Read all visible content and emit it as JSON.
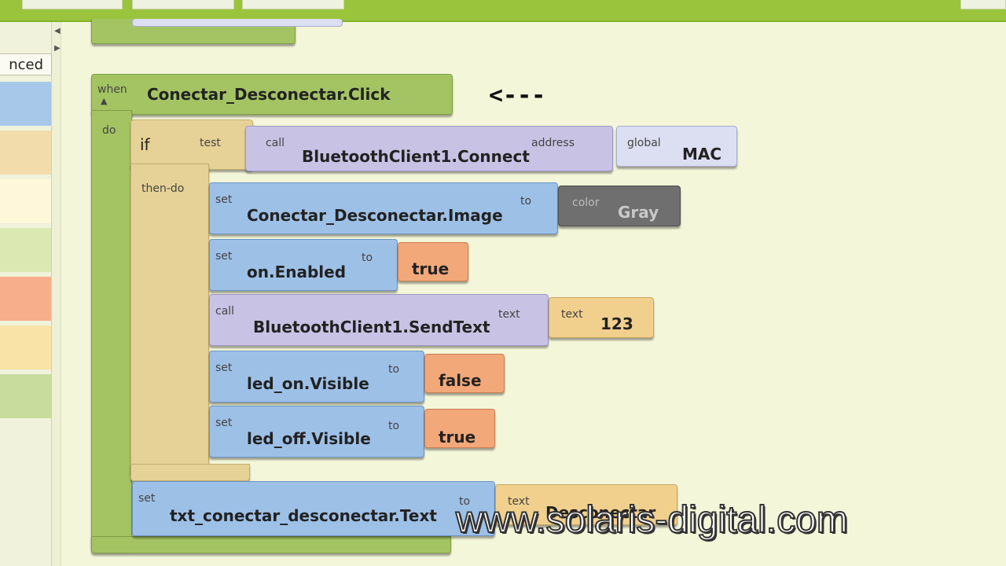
{
  "palette": {
    "advanced_label": "nced",
    "swatches": [
      "#a8c8ea",
      "#f2dcab",
      "#fef7d9",
      "#dce8b2",
      "#f7ae8a",
      "#f9e3a6",
      "#c8dd9d"
    ]
  },
  "arrow": "<---",
  "event": {
    "when_label": "when",
    "do_label": "do",
    "name": "Conectar_Desconectar.Click"
  },
  "if_block": {
    "if_label": "if",
    "test_label": "test",
    "then_label": "then-do"
  },
  "connect": {
    "call_label": "call",
    "method": "BluetoothClient1.Connect",
    "arg_label": "address",
    "arg_kind": "global",
    "arg_value": "MAC"
  },
  "set_image": {
    "set_label": "set",
    "target": "Conectar_Desconectar.Image",
    "to_label": "to",
    "value_kind": "color",
    "value": "Gray"
  },
  "set_on_enabled": {
    "set_label": "set",
    "target": "on.Enabled",
    "to_label": "to",
    "value": "true"
  },
  "send_text": {
    "call_label": "call",
    "method": "BluetoothClient1.SendText",
    "arg_label": "text",
    "value_kind": "text",
    "value": "123"
  },
  "set_led_on": {
    "set_label": "set",
    "target": "led_on.Visible",
    "to_label": "to",
    "value": "false"
  },
  "set_led_off": {
    "set_label": "set",
    "target": "led_off.Visible",
    "to_label": "to",
    "value": "true"
  },
  "set_text": {
    "set_label": "set",
    "target": "txt_conectar_desconectar.Text",
    "to_label": "to",
    "value_kind": "text",
    "value": "Desconectar"
  },
  "watermark": "www.solaris-digital.com"
}
